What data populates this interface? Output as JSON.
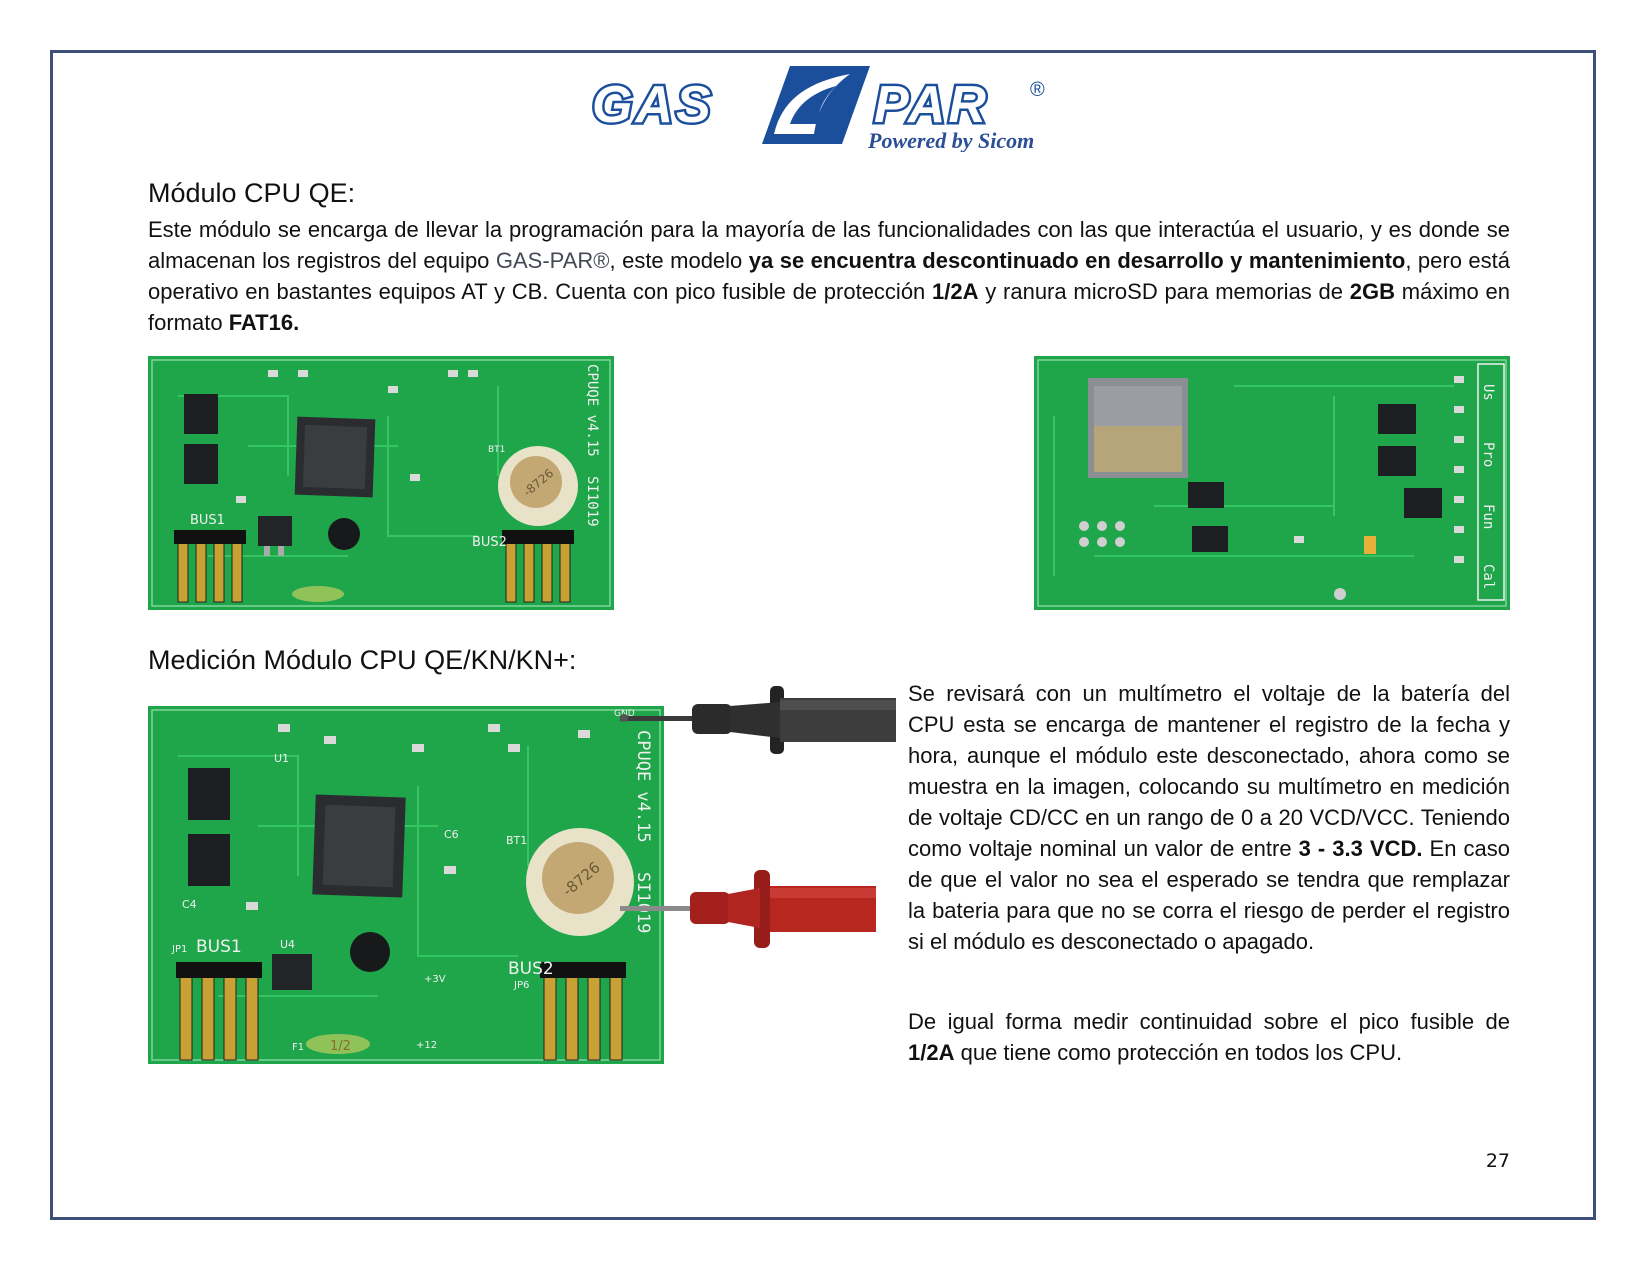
{
  "brand": {
    "logo_left": "GAS",
    "logo_right": "PAR",
    "registered": "®",
    "tagline": "Powered by Sicom",
    "color_primary": "#1b4f9c",
    "color_navy": "#2a4f97"
  },
  "section1": {
    "title": "Módulo CPU QE:",
    "p1_a": "Este módulo se encarga de llevar la programación para la mayoría de las funcionalidades con las que interactúa el usuario, y es donde se almacenan los registros del equipo ",
    "p1_brand": "GAS-PAR®",
    "p1_b": ", este modelo ",
    "p1_bold1": "ya se encuentra descontinuado en desarrollo y mantenimiento",
    "p1_c": ", pero está operativo en bastantes equipos AT y CB. Cuenta con pico fusible de protección ",
    "p1_bold2": "1/2A",
    "p1_d": " y ranura microSD para memorias de ",
    "p1_bold3": "2GB",
    "p1_e": " máximo en formato ",
    "p1_bold4": "FAT16."
  },
  "board_labels": {
    "model": "CPUQE v4.15",
    "serial": "SI1019",
    "bus1": "BUS1",
    "bus2": "BUS2",
    "bt1": "BT1",
    "battery": "-8726",
    "fuse": "1/2",
    "jp1": "JP1",
    "jp6": "JP6",
    "u1": "U1",
    "u4": "U4",
    "c4": "C4",
    "c6": "C6",
    "gnd": "GND",
    "plus3v": "+3V",
    "plus12": "+12",
    "f1": "F1",
    "back_tabs": [
      "Us",
      "Pro",
      "Fun",
      "Cal"
    ]
  },
  "section2": {
    "title": "Medición Módulo CPU QE/KN/KN+:",
    "p2_a": "Se revisará con un multímetro el voltaje de la batería del CPU esta se encarga de mantener el registro de la fecha y hora, aunque el módulo este desconectado, ahora como se muestra en la imagen, colocando su multímetro en medición de voltaje CD/CC en un rango de 0 a 20 VCD/VCC. Teniendo como voltaje nominal un valor de entre ",
    "p2_bold": "3 - 3.3 VCD.",
    "p2_b": " En caso de que el valor no sea el esperado se tendra que remplazar la bateria para que no se corra el riesgo de perder el registro si el módulo es desconectado o apagado.",
    "p3_a": "De igual forma medir continuidad sobre el pico fusible de ",
    "p3_bold": "1/2A",
    "p3_b": " que tiene como protección en todos los CPU."
  },
  "page_number": "27"
}
